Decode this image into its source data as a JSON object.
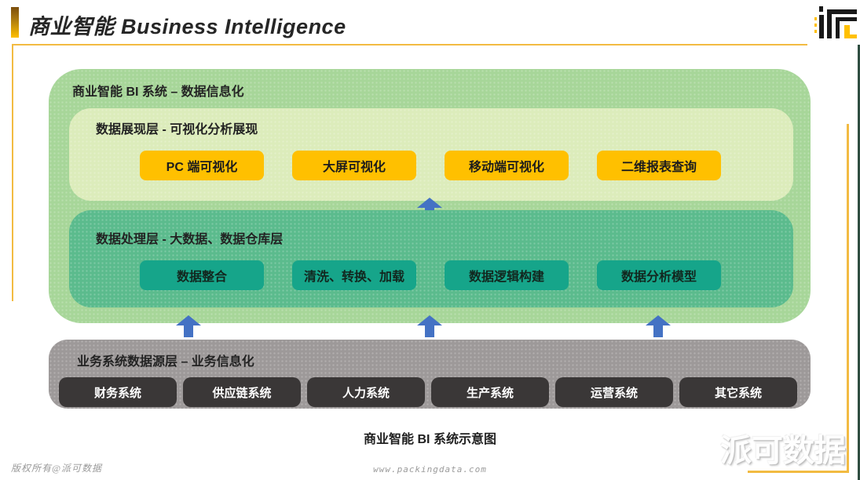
{
  "header": {
    "title": "商业智能 Business Intelligence",
    "logo_icon": "paike-data-logo"
  },
  "diagram": {
    "bi_system": {
      "label": "商业智能 BI 系统 – 数据信息化",
      "presentation_layer": {
        "label": "数据展现层 - 可视化分析展现",
        "items": [
          "PC 端可视化",
          "大屏可视化",
          "移动端可视化",
          "二维报表查询"
        ]
      },
      "processing_layer": {
        "label": "数据处理层 - 大数据、数据仓库层",
        "items": [
          "数据整合",
          "清洗、转换、加载",
          "数据逻辑构建",
          "数据分析模型"
        ]
      }
    },
    "source_layer": {
      "label": "业务系统数据源层 – 业务信息化",
      "items": [
        "财务系统",
        "供应链系统",
        "人力系统",
        "生产系统",
        "运营系统",
        "其它系统"
      ]
    },
    "caption": "商业智能 BI 系统示意图"
  },
  "footer": {
    "copyright": "版权所有@派可数据",
    "website": "www.packingdata.com",
    "watermark": "派可数据"
  },
  "colors": {
    "accent_gold": "#ffc000",
    "frame_gold": "#f2bb42",
    "bi_box_green": "#a7d699",
    "presentation_green": "#dcecbb",
    "processing_green": "#5bbb8d",
    "processing_chip_teal": "#16a58a",
    "source_gray": "#9d9999",
    "source_chip_dark": "#3a3737",
    "arrow_blue": "#4472c4"
  }
}
